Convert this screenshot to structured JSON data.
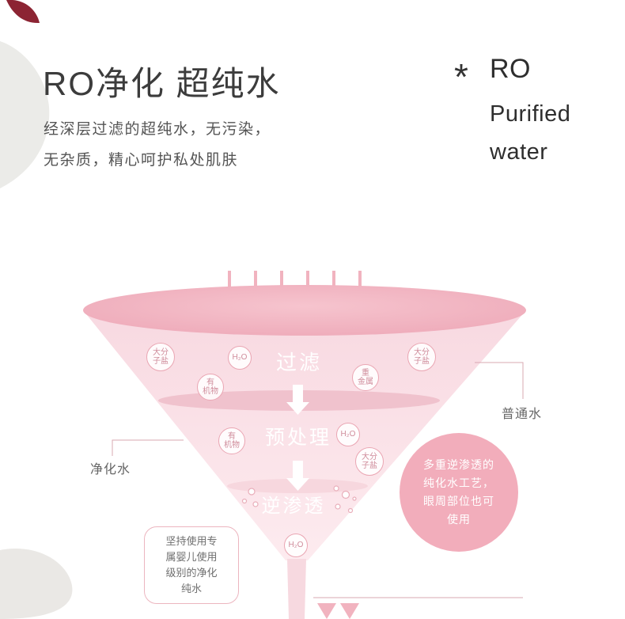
{
  "header": {
    "title": "RO净化 超纯水",
    "subtitle_line1": "经深层过滤的超纯水，无污染，",
    "subtitle_line2": "无杂质，精心呵护私处肌肤",
    "asterisk": "*",
    "en": {
      "line1": "RO",
      "line2": "Purified",
      "line3": "water"
    }
  },
  "funnel": {
    "stage_labels": {
      "filter": "过滤",
      "pretreat": "预处理",
      "reverse_osmosis": "逆渗透"
    },
    "molecules": [
      {
        "name": "macro-salt-left",
        "line1": "大分",
        "line2": "子盐"
      },
      {
        "name": "h2o-top",
        "line1": "H₂O",
        "line2": ""
      },
      {
        "name": "organic-top",
        "line1": "有",
        "line2": "机物"
      },
      {
        "name": "heavy-metal",
        "line1": "重",
        "line2": "金属"
      },
      {
        "name": "macro-salt-right",
        "line1": "大分",
        "line2": "子盐"
      },
      {
        "name": "organic-mid",
        "line1": "有",
        "line2": "机物"
      },
      {
        "name": "h2o-mid",
        "line1": "H₂O",
        "line2": ""
      },
      {
        "name": "macro-salt-mid",
        "line1": "大分",
        "line2": "子盐"
      },
      {
        "name": "h2o-bottom",
        "line1": "H₂O",
        "line2": ""
      }
    ]
  },
  "callouts": {
    "ordinary_water": "普通水",
    "purified_water": "净化水",
    "note_box": {
      "lines": [
        "坚持使用专",
        "属婴儿使用",
        "级别的净化",
        "纯水"
      ]
    },
    "circle_note": {
      "lines": [
        "多重逆渗透的",
        "纯化水工艺，",
        "眼周部位也可",
        "使用"
      ]
    }
  },
  "colors": {
    "rim_pink": "#efadbb",
    "cone_pink_top": "#f8d9e1",
    "cone_pink_bottom": "#fdebef",
    "accent_pink": "#f2adbb",
    "line_pink": "#d9a8b2",
    "text_dark": "#3c3c3c",
    "decor_red": "#8c2433",
    "decor_gray": "#ebebe8"
  }
}
